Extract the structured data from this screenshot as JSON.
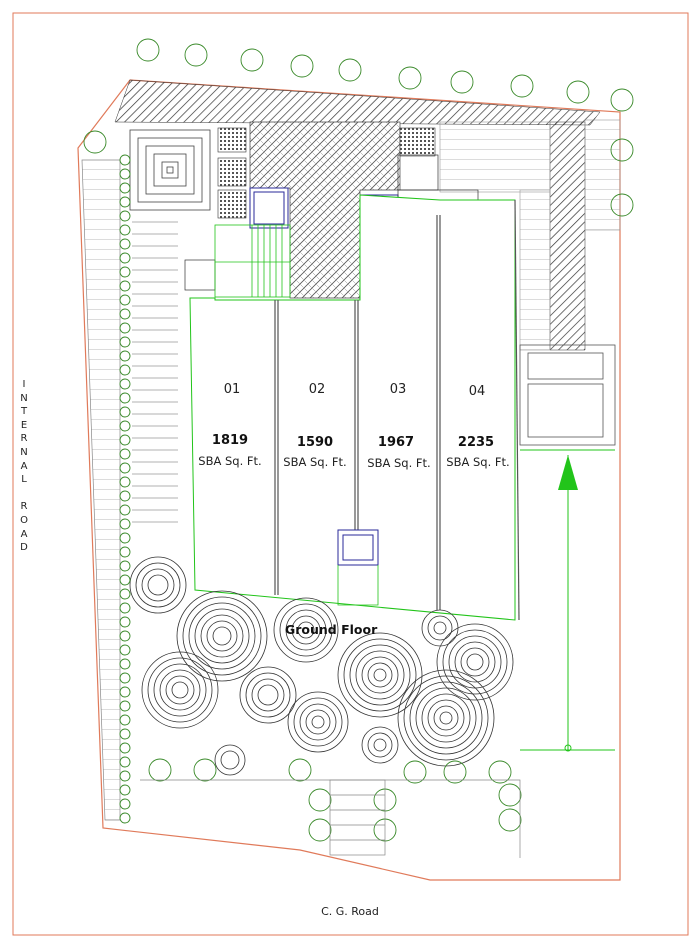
{
  "floor_label": "Ground Floor",
  "roads": {
    "side_road": "INTERNAL ROAD",
    "front_road": "C. G. Road"
  },
  "units": [
    {
      "number": "01",
      "area": "1819",
      "area_label": "SBA Sq. Ft."
    },
    {
      "number": "02",
      "area": "1590",
      "area_label": "SBA Sq. Ft."
    },
    {
      "number": "03",
      "area": "1967",
      "area_label": "SBA Sq. Ft."
    },
    {
      "number": "04",
      "area": "2235",
      "area_label": "SBA Sq. Ft."
    }
  ],
  "colors": {
    "boundary": "#e07a5a",
    "landscape": "#3a8a2a",
    "highlight": "#22c41a",
    "linework": "#555555",
    "fixture": "#2a2a9a"
  }
}
